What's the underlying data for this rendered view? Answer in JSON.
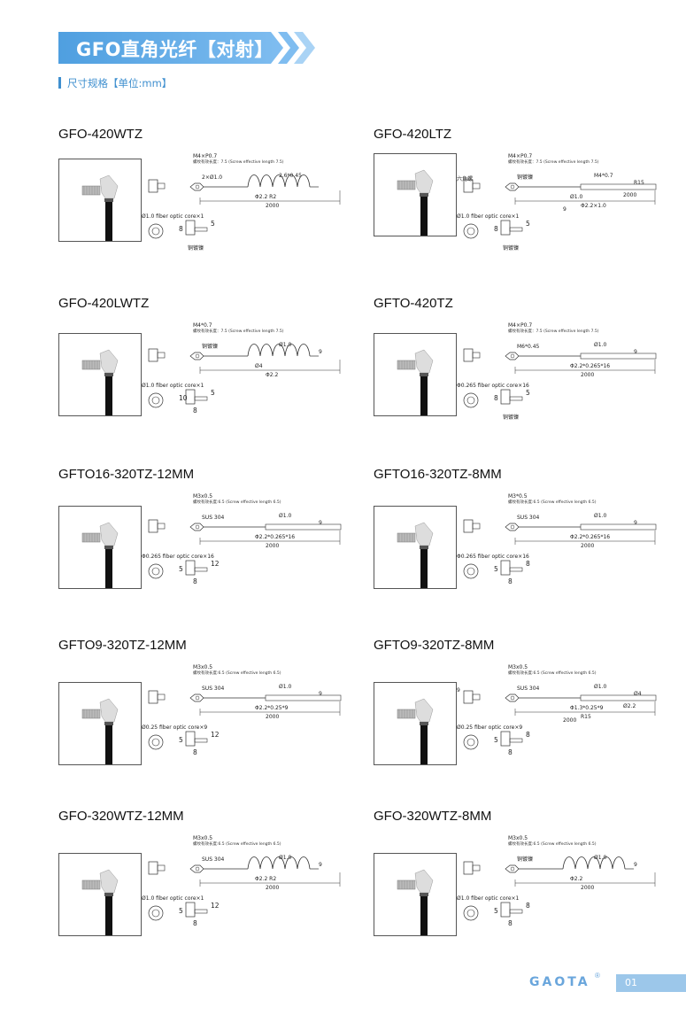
{
  "header": {
    "title": "GFO直角光纤【对射】",
    "subtitle": "尺寸规格【单位:mm】"
  },
  "products": [
    {
      "model": "GFO-420WTZ",
      "thread": "M4×P0.7",
      "screw_length": "螺纹有效长度：7.5 (Screw effective length 7.5)",
      "labels": [
        "2×Ø1.0",
        "2.6*0.45",
        "Φ2.2 R2",
        "2000"
      ],
      "core": "Ø1.0 fiber optic core×1",
      "bottom_dims": [
        "5",
        "8"
      ],
      "note": "铜镀镍"
    },
    {
      "model": "GFO-420LTZ",
      "thread": "M4×P0.7",
      "screw_length": "螺纹有效长度：7.5 (Screw effective length 7.5)",
      "labels": [
        "铜镀镍",
        "M4*0.7",
        "Ø1.0",
        "Φ2.2×1.0",
        "R15",
        "2000",
        "9",
        "六角螺"
      ],
      "core": "Ø1.0 fiber optic core×1",
      "bottom_dims": [
        "5",
        "8"
      ],
      "note": "铜镀镍"
    },
    {
      "model": "GFO-420LWTZ",
      "thread": "M4*0.7",
      "screw_length": "螺纹有效长度：7.5 (Screw effective length 7.5)",
      "labels": [
        "铜镀镍",
        "Ø1.0",
        "Ø4",
        "Φ2.2",
        "9"
      ],
      "core": "Ø1.0 fiber optic core×1",
      "bottom_dims": [
        "5",
        "10",
        "8"
      ],
      "note": ""
    },
    {
      "model": "GFTO-420TZ",
      "thread": "M4×P0.7",
      "screw_length": "螺纹有效长度：7.5 (Screw effective length 7.5)",
      "labels": [
        "M6*0.45",
        "Ø1.0",
        "Φ2.2*0.265*16",
        "2000",
        "9"
      ],
      "core": "Φ0.265 fiber optic core×16",
      "bottom_dims": [
        "5",
        "8"
      ],
      "note": "铜镀镍"
    },
    {
      "model": "GFTO16-320TZ-12MM",
      "thread": "M3x0.5",
      "screw_length": "螺纹有效长度:6.5 (Screw effective length 6.5)",
      "labels": [
        "SUS 304",
        "Ø1.0",
        "Φ2.2*0.265*16",
        "2000",
        "9"
      ],
      "core": "Φ0.265 fiber optic core×16",
      "bottom_dims": [
        "12",
        "5",
        "8"
      ],
      "note": ""
    },
    {
      "model": "GFTO16-320TZ-8MM",
      "thread": "M3*0.5",
      "screw_length": "螺纹有效长度:6.5 (Screw effective length 6.5)",
      "labels": [
        "SUS 304",
        "Ø1.0",
        "Φ2.2*0.265*16",
        "2000",
        "9"
      ],
      "core": "Φ0.265 fiber optic core×16",
      "bottom_dims": [
        "8",
        "5",
        "8"
      ],
      "note": ""
    },
    {
      "model": "GFTO9-320TZ-12MM",
      "thread": "M3x0.5",
      "screw_length": "螺纹有效长度:6.5 (Screw effective length 6.5)",
      "labels": [
        "SUS 304",
        "Ø1.0",
        "Φ2.2*0.25*9",
        "2000",
        "9"
      ],
      "core": "Ø0.25 fiber optic core×9",
      "bottom_dims": [
        "12",
        "5",
        "8"
      ],
      "note": ""
    },
    {
      "model": "GFTO9-320TZ-8MM",
      "thread": "M3x0.5",
      "screw_length": "螺纹有效长度:6.5 (Screw effective length 6.5)",
      "labels": [
        "SUS 304",
        "Ø1.0",
        "Φ1.3*0.25*9",
        "R15",
        "Ø4",
        "Ø2.2",
        "2000",
        "9"
      ],
      "core": "Ø0.25 fiber optic core×9",
      "bottom_dims": [
        "8",
        "5",
        "8"
      ],
      "note": ""
    },
    {
      "model": "GFO-320WTZ-12MM",
      "thread": "M3x0.5",
      "screw_length": "螺纹有效长度:6.5 (Screw effective length 6.5)",
      "labels": [
        "SUS 304",
        "Ø1.0",
        "Φ2.2 R2",
        "2000",
        "9"
      ],
      "core": "Ø1.0 fiber optic core×1",
      "bottom_dims": [
        "12",
        "5",
        "8"
      ],
      "note": ""
    },
    {
      "model": "GFO-320WTZ-8MM",
      "thread": "M3x0.5",
      "screw_length": "螺纹有效长度:6.5 (Screw effective length 6.5)",
      "labels": [
        "铜镀镍",
        "Ø1.0",
        "Φ2.2",
        "2000",
        "9"
      ],
      "core": "Ø1.0 fiber optic core×1",
      "bottom_dims": [
        "8",
        "5",
        "8"
      ],
      "note": ""
    }
  ],
  "footer": {
    "logo": "GAOTA",
    "registered": "®",
    "page": "01"
  },
  "colors": {
    "banner": "#5ea9e6",
    "accent": "#3f8fcf",
    "footer": "#9cc7ea"
  }
}
